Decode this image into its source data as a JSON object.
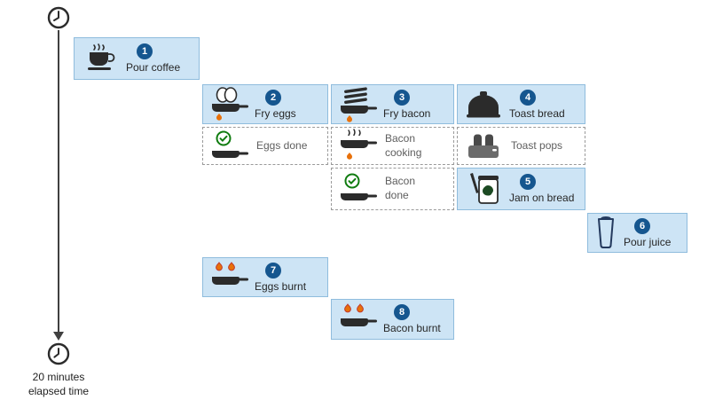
{
  "timeline": {
    "start_icon": "clock-icon",
    "end_icon": "clock-icon",
    "caption": [
      "20 minutes",
      "elapsed time"
    ]
  },
  "tasks": [
    {
      "number": "1",
      "label": "Pour coffee",
      "icon": "coffee-cup-icon"
    },
    {
      "number": "2",
      "label": "Fry eggs",
      "icon": "eggs-in-pan-icon"
    },
    {
      "number": "3",
      "label": "Fry bacon",
      "icon": "bacon-in-pan-icon"
    },
    {
      "number": "4",
      "label": "Toast bread",
      "icon": "toaster-icon"
    },
    {
      "number": "5",
      "label": "Jam on bread",
      "icon": "jam-jar-icon"
    },
    {
      "number": "6",
      "label": "Pour juice",
      "icon": "juice-glass-icon"
    },
    {
      "number": "7",
      "label": "Eggs burnt",
      "icon": "burnt-pan-icon"
    },
    {
      "number": "8",
      "label": "Bacon burnt",
      "icon": "burnt-pan-icon"
    }
  ],
  "events": [
    {
      "label": "Eggs done",
      "lines": [
        "Eggs done"
      ],
      "icon": "check-pan-icon"
    },
    {
      "label": "Bacon cooking",
      "lines": [
        "Bacon",
        "cooking"
      ],
      "icon": "steaming-pan-icon"
    },
    {
      "label": "Toast pops",
      "lines": [
        "Toast pops"
      ],
      "icon": "toast-popped-icon"
    },
    {
      "label": "Bacon done",
      "lines": [
        "Bacon",
        "done"
      ],
      "icon": "check-pan-icon"
    }
  ],
  "colors": {
    "task_fill": "#cde4f5",
    "task_border": "#8fbcdd",
    "badge_bg": "#15568f",
    "badge_text": "#ffffff",
    "task_text": "#262626",
    "event_border": "#9a9a9a",
    "event_text": "#5e5e5e",
    "timeline": "#404040",
    "flame_orange": "#e8710a",
    "check_green": "#107c10",
    "icon_dark": "#2b2b2b"
  }
}
